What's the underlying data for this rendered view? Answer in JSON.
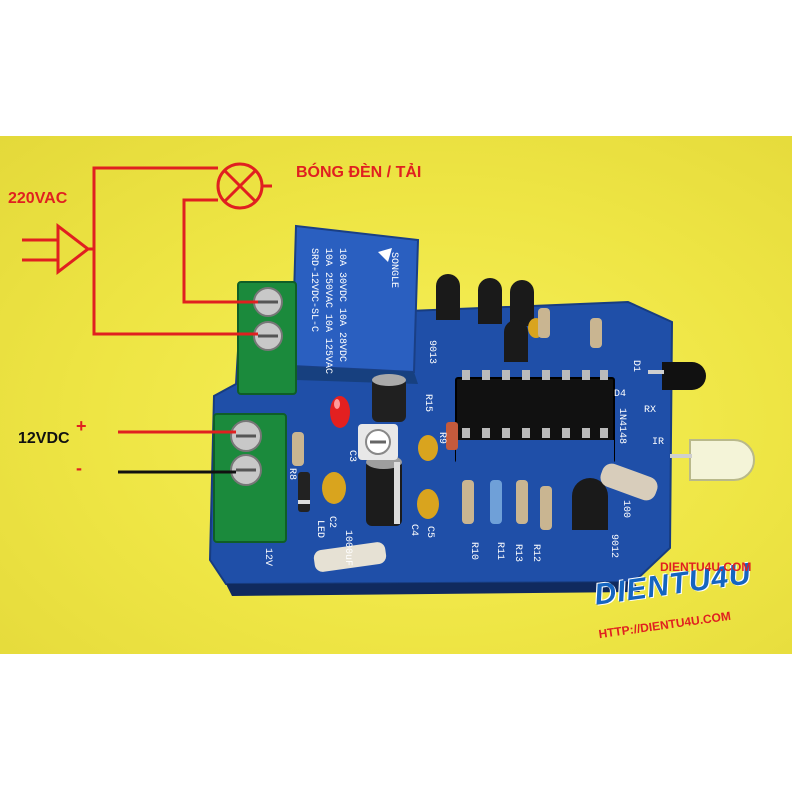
{
  "annotations": {
    "mains_label": "220VAC",
    "load_label": "BÓNG ĐÈN / TẢI",
    "dc_label": "12VDC",
    "plus_sign": "+",
    "minus_sign": "-"
  },
  "relay": {
    "brand": "SONGLE",
    "model": "SRD-12VDC-SL-C",
    "rating_1": "10A 250VAC 10A 125VAC",
    "rating_2": "10A 30VDC 10A 28VDC"
  },
  "pcb_markings": [
    "9013",
    "RX",
    "D1",
    "D4",
    "1N4148",
    "IR",
    "R15",
    "R9",
    "R8",
    "R10",
    "R11",
    "R12",
    "R13",
    "C2",
    "C3",
    "C4",
    "C5",
    "LED",
    "1000uF",
    "12V",
    "9012",
    "100"
  ],
  "watermark": {
    "logo": "DIENTU4U",
    "logo_corner": "DIENTU4U.COM",
    "url": "HTTP://DIENTU4U.COM"
  },
  "colors": {
    "background": "#efe645",
    "pcb": "#1f4fa8",
    "wire_red": "#e02020",
    "wire_black": "#111111",
    "relay": "#2a5fc0",
    "terminal": "#1b8a3c"
  }
}
